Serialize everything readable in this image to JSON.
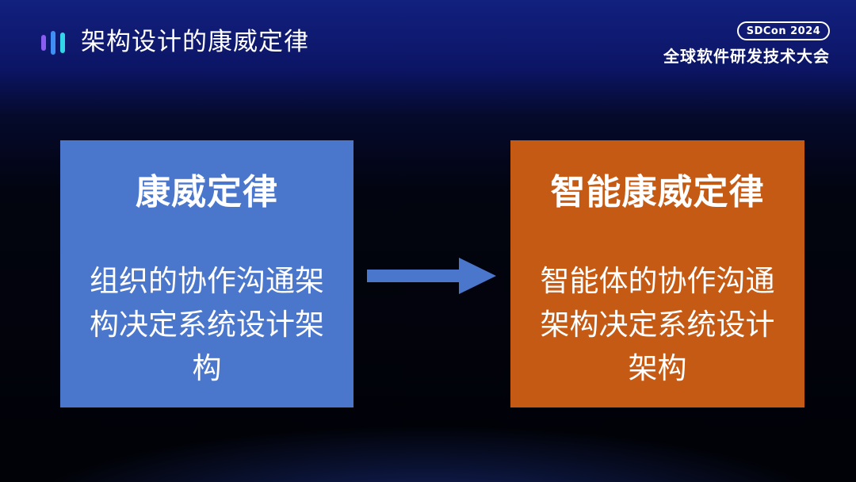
{
  "header": {
    "title": "架构设计的康威定律",
    "logo_colors": [
      "#8a5cf0",
      "#3f8ff5",
      "#33d6e8",
      "#9be7ef"
    ]
  },
  "event": {
    "badge": "SDCon 2024",
    "name": "全球软件研发技术大会"
  },
  "cards": [
    {
      "heading": "康威定律",
      "body": "组织的协作沟通架构决定系统设计架构",
      "color": "#4a76cc"
    },
    {
      "heading": "智能康威定律",
      "body": "智能体的协作沟通架构决定系统设计架构",
      "color": "#c45a14"
    }
  ],
  "arrow": {
    "icon": "arrow-right-icon",
    "color": "#4a76cc"
  }
}
